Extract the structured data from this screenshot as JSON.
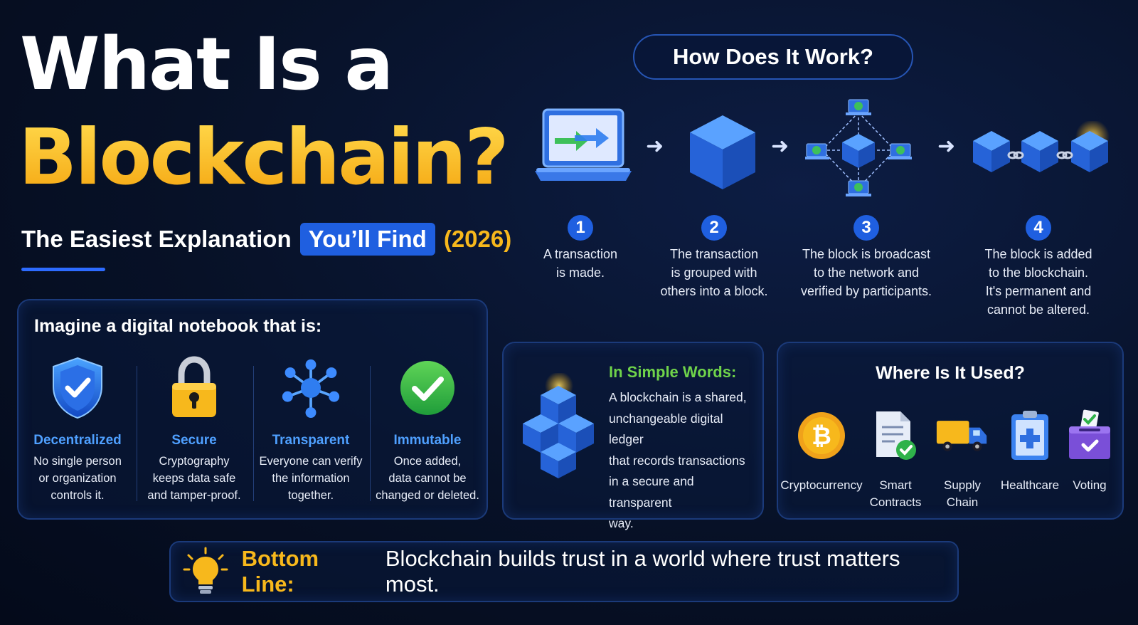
{
  "title": {
    "line1": "What Is a",
    "line2": "Blockchain?",
    "subtitle_main": "The Easiest Explanation",
    "subtitle_highlight": "You’ll Find",
    "subtitle_year": "(2026)"
  },
  "notebook": {
    "heading": "Imagine a digital notebook that is:",
    "features": [
      {
        "icon": "shield-check-icon",
        "name": "Decentralized",
        "desc_lines": [
          "No single person",
          "or organization",
          "controls it."
        ]
      },
      {
        "icon": "padlock-icon",
        "name": "Secure",
        "desc_lines": [
          "Cryptography",
          "keeps data safe",
          "and tamper-proof."
        ]
      },
      {
        "icon": "network-nodes-icon",
        "name": "Transparent",
        "desc_lines": [
          "Everyone can verify",
          "the information",
          "together."
        ]
      },
      {
        "icon": "checkmark-circle-icon",
        "name": "Immutable",
        "desc_lines": [
          "Once added,",
          "data cannot be",
          "changed or deleted."
        ]
      }
    ]
  },
  "how": {
    "heading": "How Does It Work?",
    "steps": [
      {
        "num": "1",
        "icon": "laptop-transaction-icon",
        "desc_lines": [
          "A transaction",
          "is made."
        ]
      },
      {
        "num": "2",
        "icon": "block-cube-icon",
        "desc_lines": [
          "The transaction",
          "is grouped with",
          "others into a block."
        ]
      },
      {
        "num": "3",
        "icon": "network-broadcast-icon",
        "desc_lines": [
          "The block is broadcast",
          "to the network and",
          "verified by participants."
        ]
      },
      {
        "num": "4",
        "icon": "chained-blocks-icon",
        "desc_lines": [
          "The block is added",
          "to the blockchain.",
          "It's permanent and",
          "cannot be altered."
        ]
      }
    ]
  },
  "simple": {
    "heading": "In Simple Words:",
    "text_lines": [
      "A blockchain is a shared,",
      "unchangeable digital ledger",
      "that records transactions",
      "in a secure and transparent",
      "way."
    ]
  },
  "used": {
    "heading": "Where Is It Used?",
    "items": [
      {
        "icon": "bitcoin-icon",
        "label_lines": [
          "Cryptocurrency"
        ]
      },
      {
        "icon": "smart-contract-icon",
        "label_lines": [
          "Smart",
          "Contracts"
        ]
      },
      {
        "icon": "delivery-truck-icon",
        "label_lines": [
          "Supply",
          "Chain"
        ]
      },
      {
        "icon": "medical-clipboard-icon",
        "label_lines": [
          "Healthcare"
        ]
      },
      {
        "icon": "ballot-box-icon",
        "label_lines": [
          "Voting"
        ]
      }
    ]
  },
  "bottom": {
    "label": "Bottom Line:",
    "text": "Blockchain builds trust in a world where trust matters most."
  },
  "colors": {
    "accent_blue": "#1f5fe0",
    "accent_yellow": "#f7b81c",
    "feature_blue": "#4fa0ff",
    "simple_green": "#6fd34a"
  }
}
